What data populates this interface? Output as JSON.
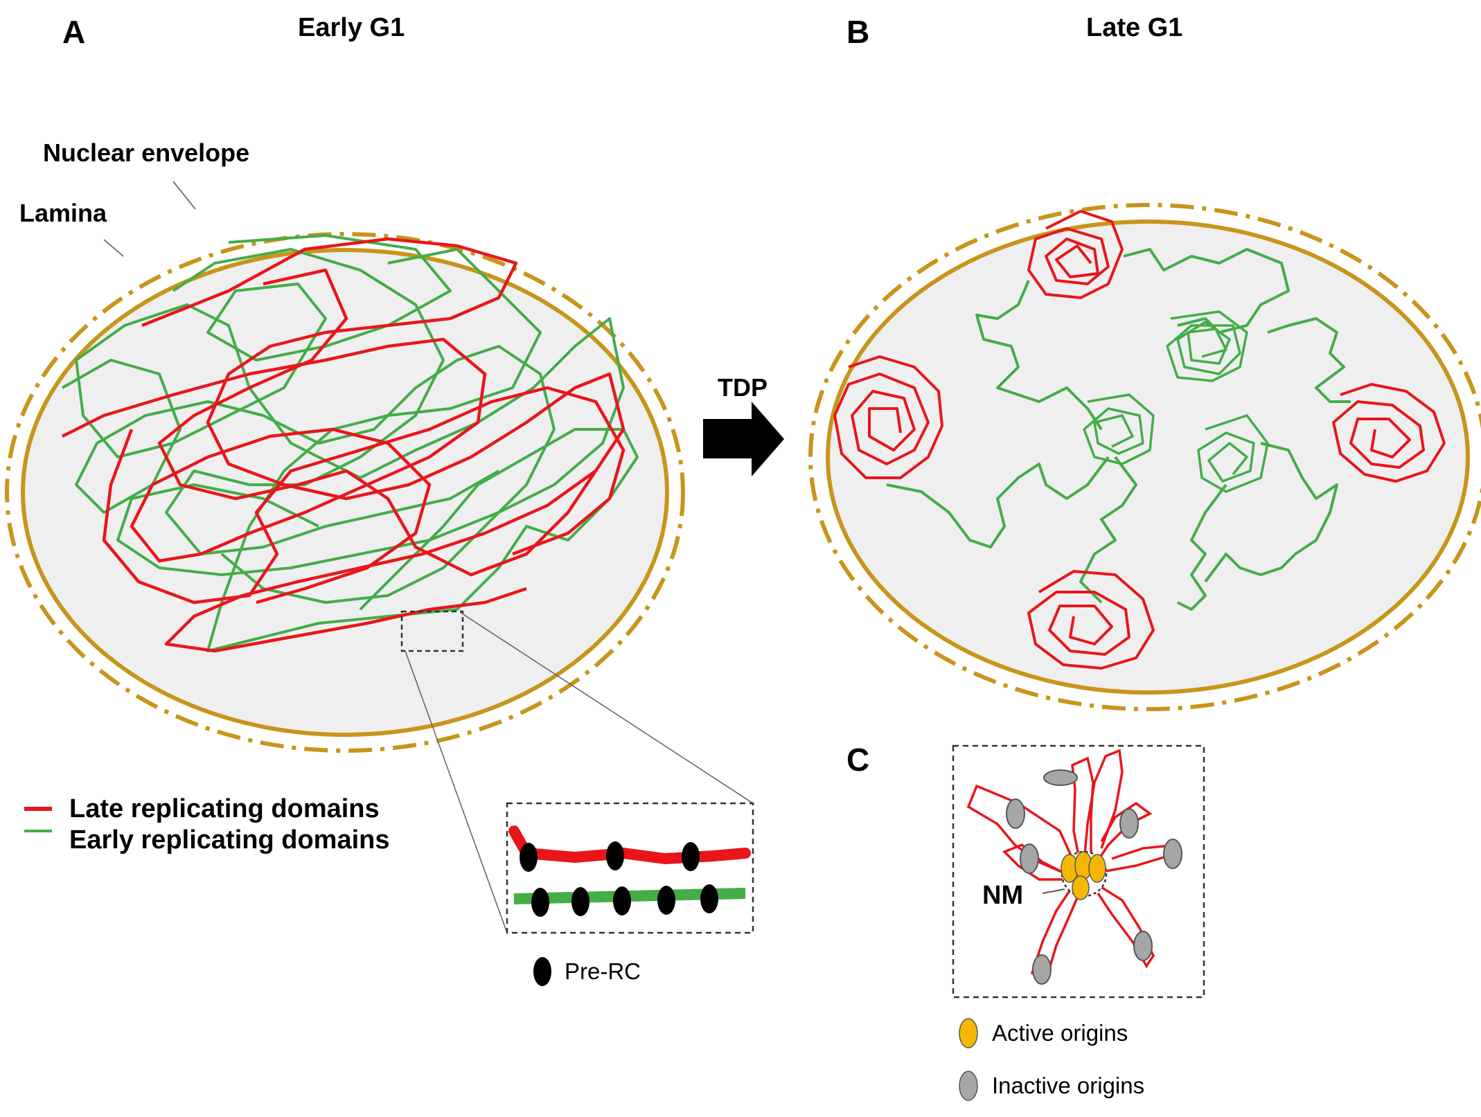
{
  "colors": {
    "late_domain": "#e8161b",
    "early_domain": "#43ad48",
    "lamina": "#c8951a",
    "nucleus_fill": "#efefef",
    "active_origin": "#f5b800",
    "inactive_origin": "#a6a6a6"
  },
  "panel_a": {
    "letter": "A",
    "title": "Early G1"
  },
  "panel_b": {
    "letter": "B",
    "title": "Late G1"
  },
  "panel_c": {
    "letter": "C"
  },
  "labels": {
    "nuclear_envelope": "Nuclear envelope",
    "lamina": "Lamina",
    "transition": "TDP",
    "nm": "NM"
  },
  "legend": {
    "late": "Late replicating domains",
    "early": "Early replicating domains",
    "pre_rc": "Pre-RC",
    "active_origins": "Active origins",
    "inactive_origins": "Inactive origins"
  }
}
